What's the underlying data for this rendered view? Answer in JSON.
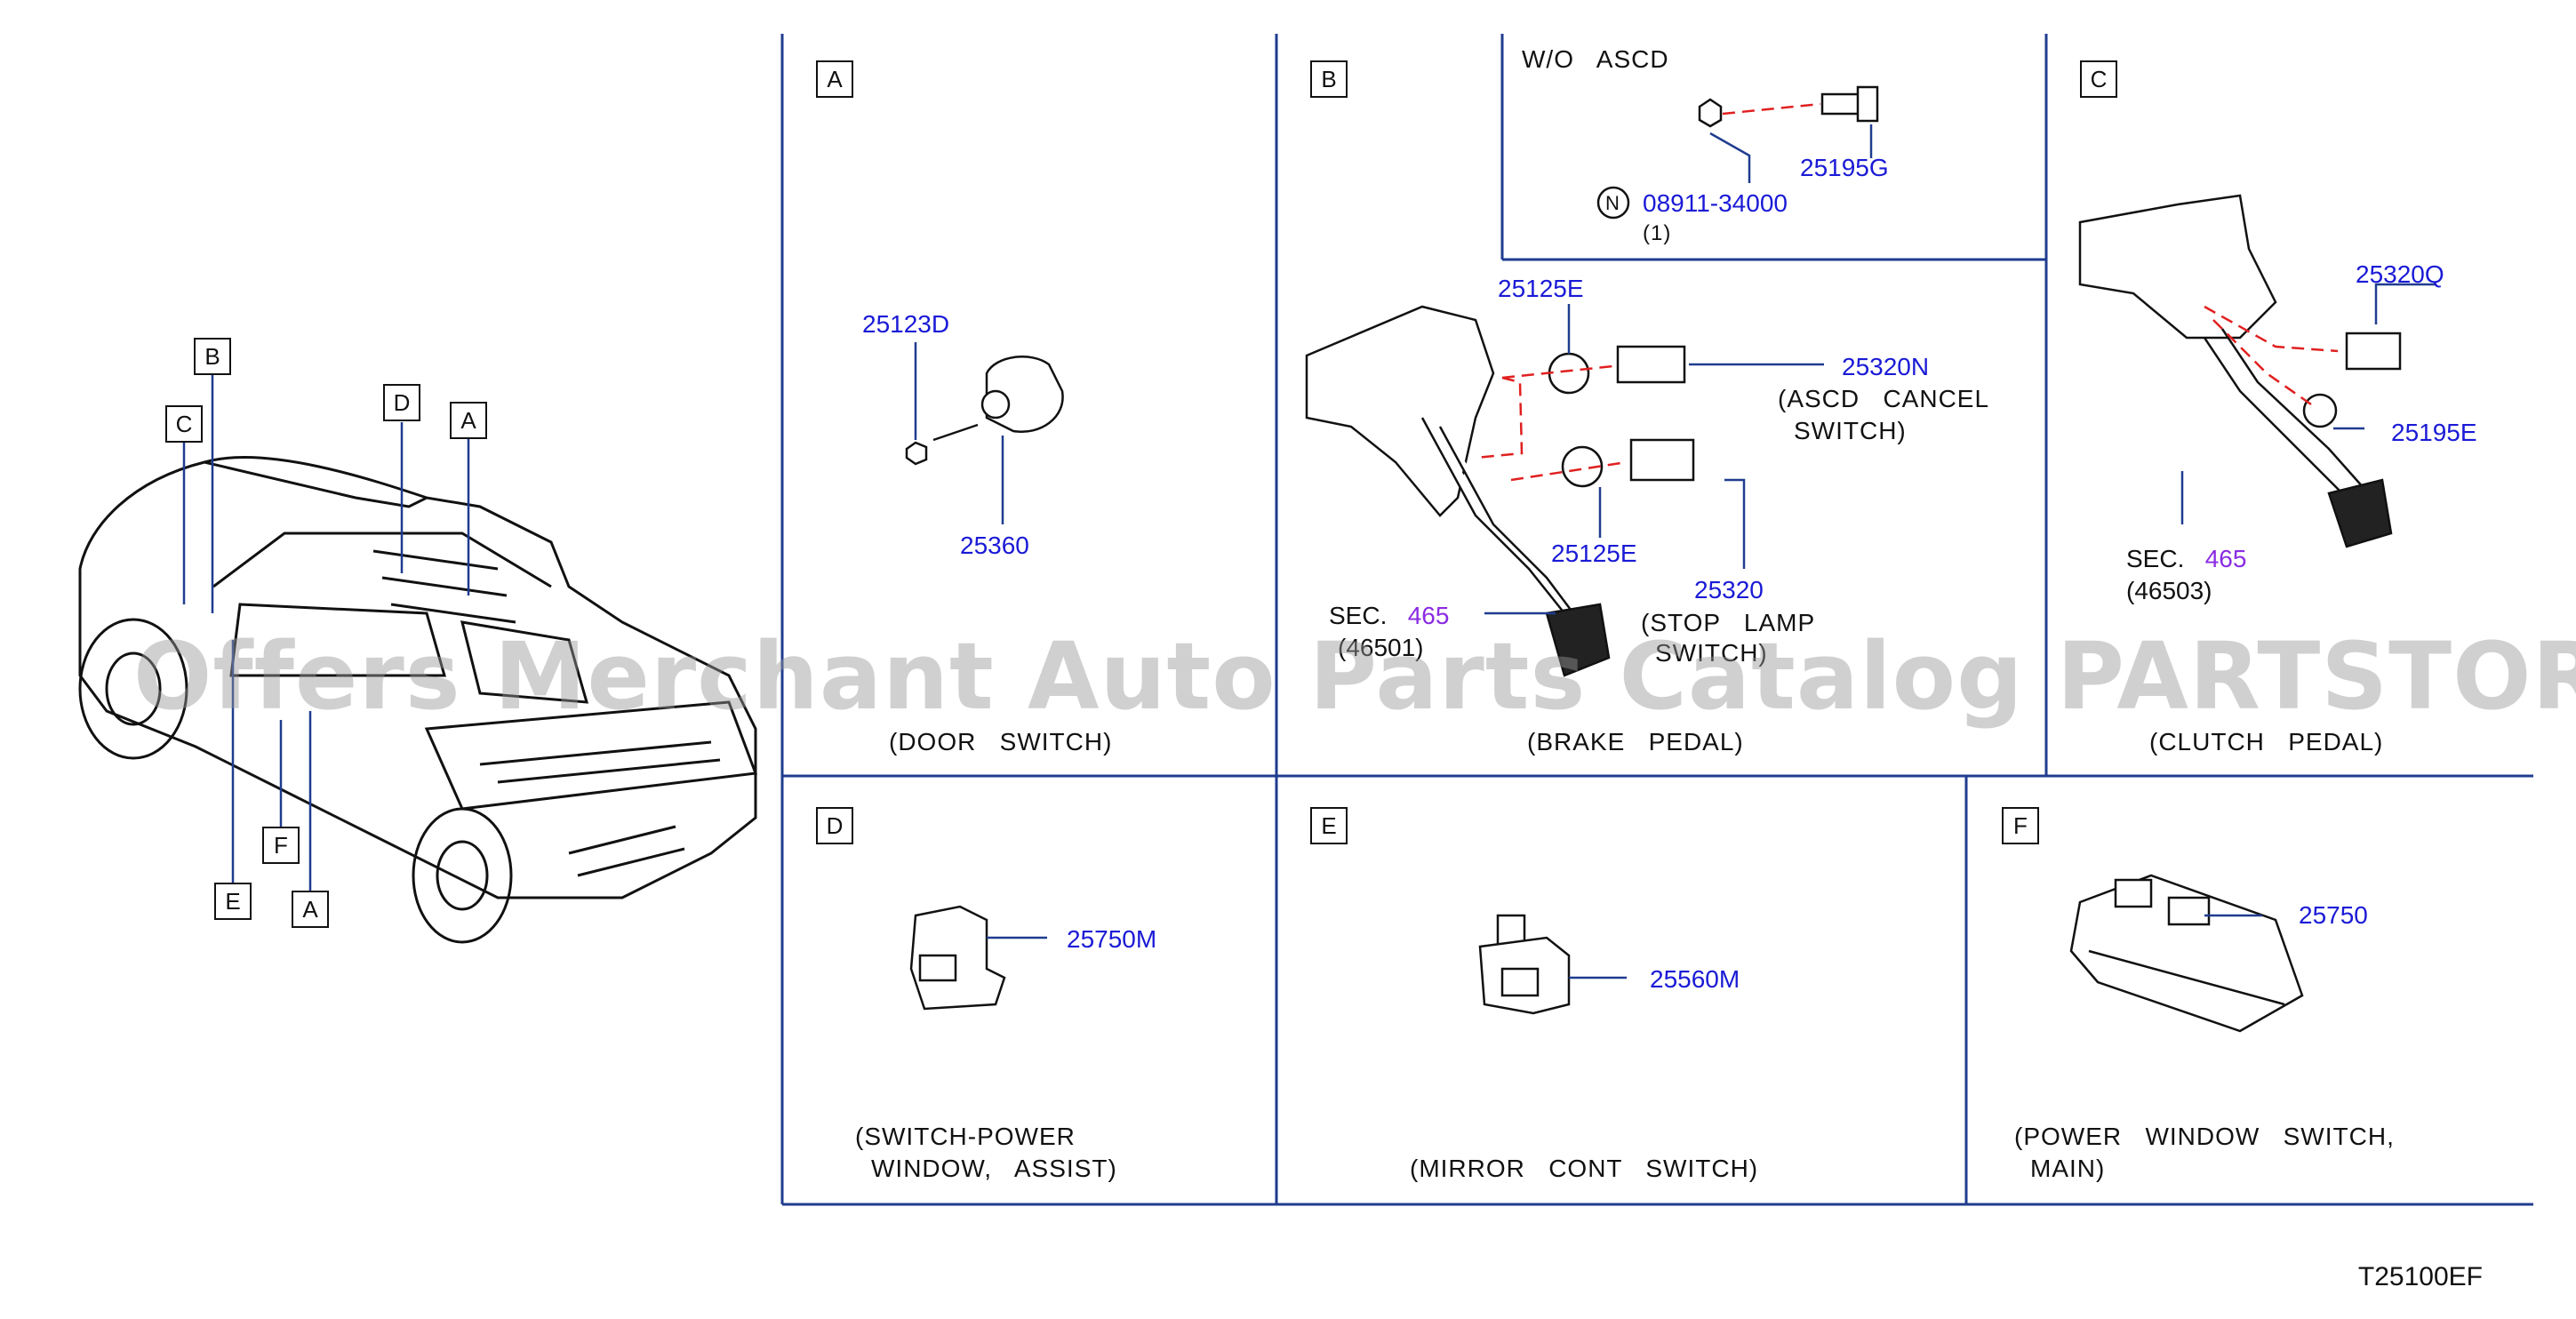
{
  "diagram_code": "T25100EF",
  "watermark": "Offers Merchant Auto Parts Catalog PARTSTORE.SA",
  "colors": {
    "frame": "#1f3c8f",
    "part_number": "#1a1ad6",
    "section_number": "#8a2be2",
    "dash": "#e02020"
  },
  "vehicle_callouts": [
    "B",
    "C",
    "D",
    "A",
    "F",
    "E",
    "A"
  ],
  "panels": {
    "A": {
      "letter": "A",
      "caption": "(DOOR   SWITCH)",
      "parts": [
        "25123D",
        "25360"
      ]
    },
    "B": {
      "letter": "B",
      "caption": "(BRAKE   PEDAL)",
      "inset_title": "W/O   ASCD",
      "inset_parts": [
        "25195G",
        "08911-34000",
        "(1)"
      ],
      "inset_symbol": "N",
      "parts": [
        "25125E",
        "25320N",
        "25125E",
        "25320"
      ],
      "labels": [
        "(ASCD   CANCEL",
        "SWITCH)",
        "(STOP   LAMP",
        "SWITCH)"
      ],
      "sec_prefix": "SEC.",
      "sec_num": "465",
      "sec_sub": "(46501)"
    },
    "C": {
      "letter": "C",
      "caption": "(CLUTCH   PEDAL)",
      "parts": [
        "25320Q",
        "25195E"
      ],
      "sec_prefix": "SEC.",
      "sec_num": "465",
      "sec_sub": "(46503)"
    },
    "D": {
      "letter": "D",
      "caption_line1": "(SWITCH-POWER",
      "caption_line2": "WINDOW,   ASSIST)",
      "parts": [
        "25750M"
      ]
    },
    "E": {
      "letter": "E",
      "caption": "(MIRROR   CONT   SWITCH)",
      "parts": [
        "25560M"
      ]
    },
    "F": {
      "letter": "F",
      "caption_line1": "(POWER   WINDOW   SWITCH,",
      "caption_line2": "MAIN)",
      "parts": [
        "25750"
      ]
    }
  }
}
